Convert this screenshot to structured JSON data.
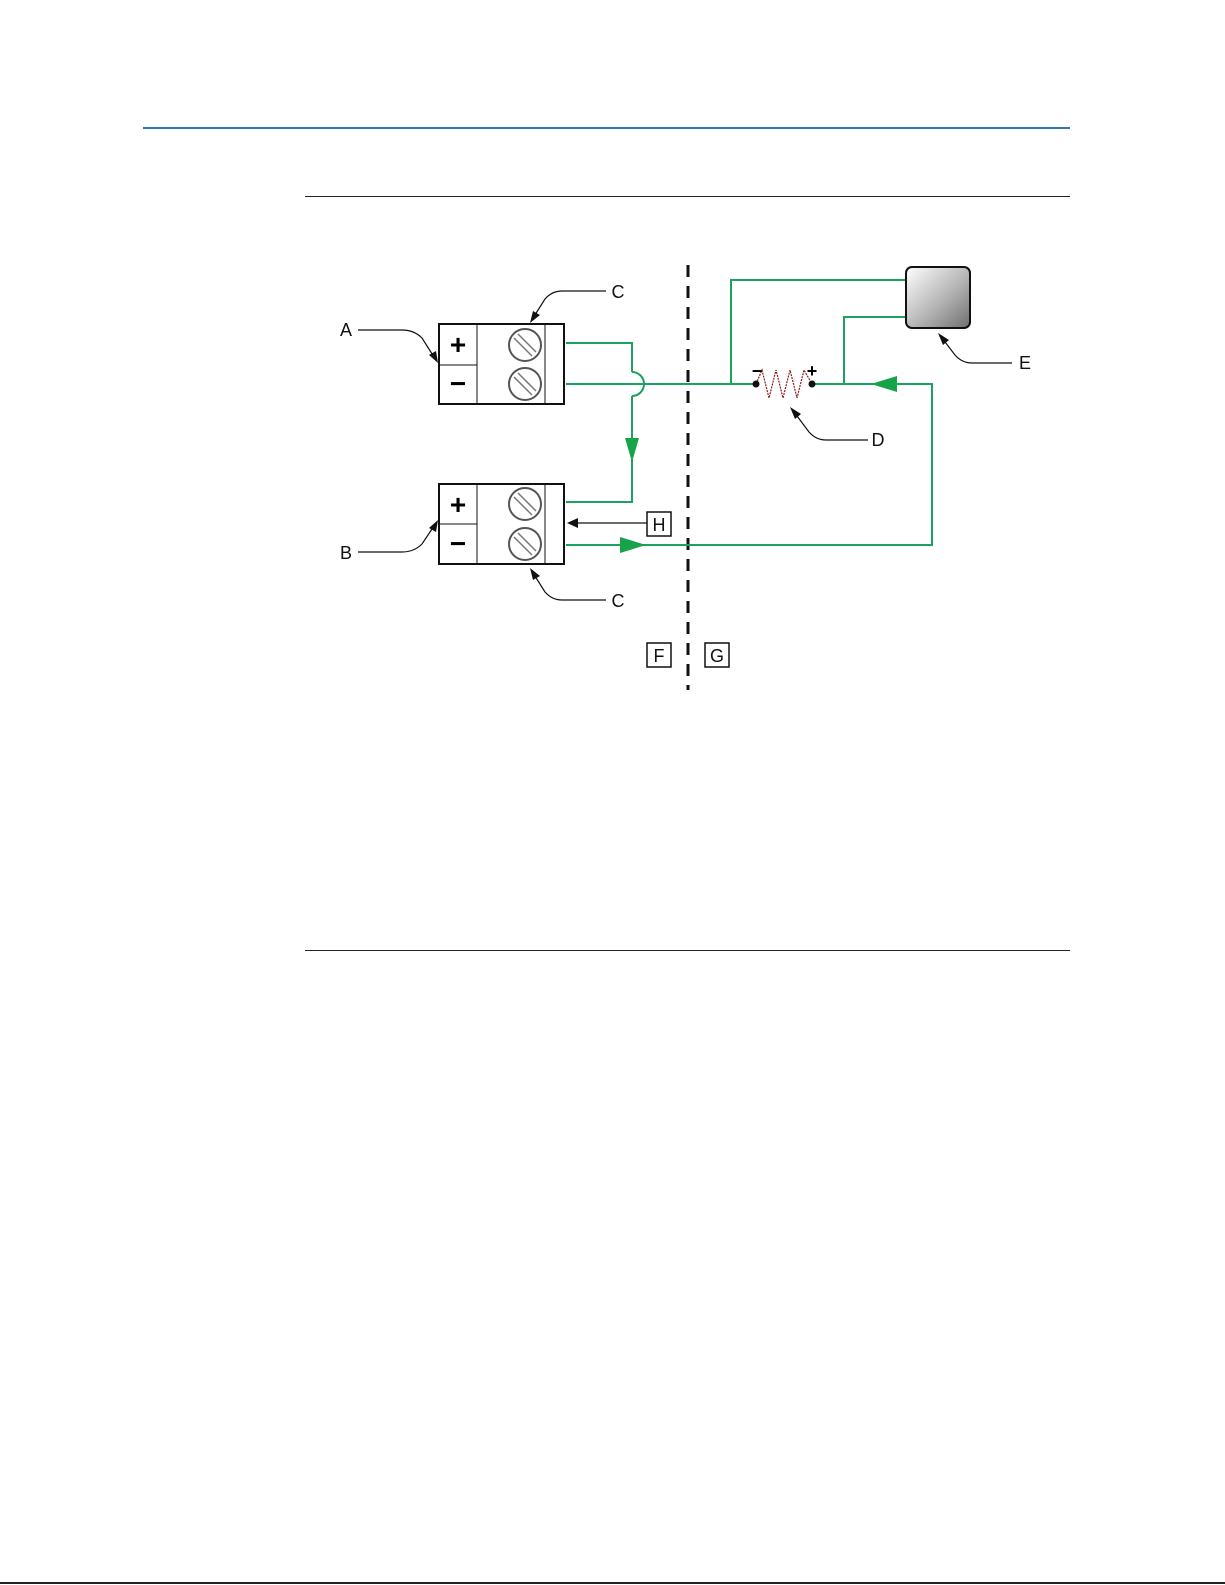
{
  "colors": {
    "header_rule": "#2a7ab8",
    "section_rule": "#222222",
    "wire": "#1aa260",
    "arrow": "#17a34a",
    "ink": "#111111",
    "resistor": "#8a1a1a"
  },
  "diagram": {
    "callouts": {
      "a": "A",
      "b": "B",
      "c_top": "C",
      "c_bottom": "C",
      "d": "D",
      "e": "E",
      "f": "F",
      "g": "G",
      "h": "H"
    },
    "terminal_a": {
      "plus": "+",
      "minus": "−"
    },
    "terminal_b": {
      "plus": "+",
      "minus": "−"
    },
    "resistor": {
      "minus": "−",
      "plus": "+"
    }
  }
}
